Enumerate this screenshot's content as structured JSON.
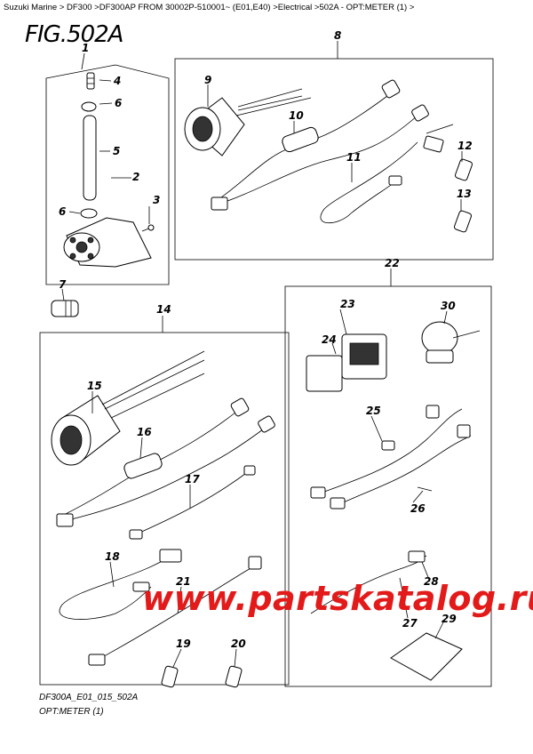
{
  "breadcrumb": "Suzuki Marine > DF300 >DF300AP FROM 30002P-510001~ (E01,E40) >Electrical >502A - OPT:METER (1) >",
  "figure_title": "FIG.502A",
  "footer_code": "DF300A_E01_015_502A",
  "footer_caption": "OPT:METER (1)",
  "watermark": "www.partskatalog.ru",
  "callouts": {
    "c1": "1",
    "c2": "2",
    "c3": "3",
    "c4": "4",
    "c5": "5",
    "c6a": "6",
    "c6b": "6",
    "c7": "7",
    "c8": "8",
    "c9": "9",
    "c10": "10",
    "c11": "11",
    "c12": "12",
    "c13": "13",
    "c14": "14",
    "c15": "15",
    "c16": "16",
    "c17": "17",
    "c18": "18",
    "c19": "19",
    "c20": "20",
    "c21": "21",
    "c22": "22",
    "c23": "23",
    "c24": "24",
    "c25": "25",
    "c26": "26",
    "c27": "27",
    "c28": "28",
    "c29": "29",
    "c30": "30"
  }
}
